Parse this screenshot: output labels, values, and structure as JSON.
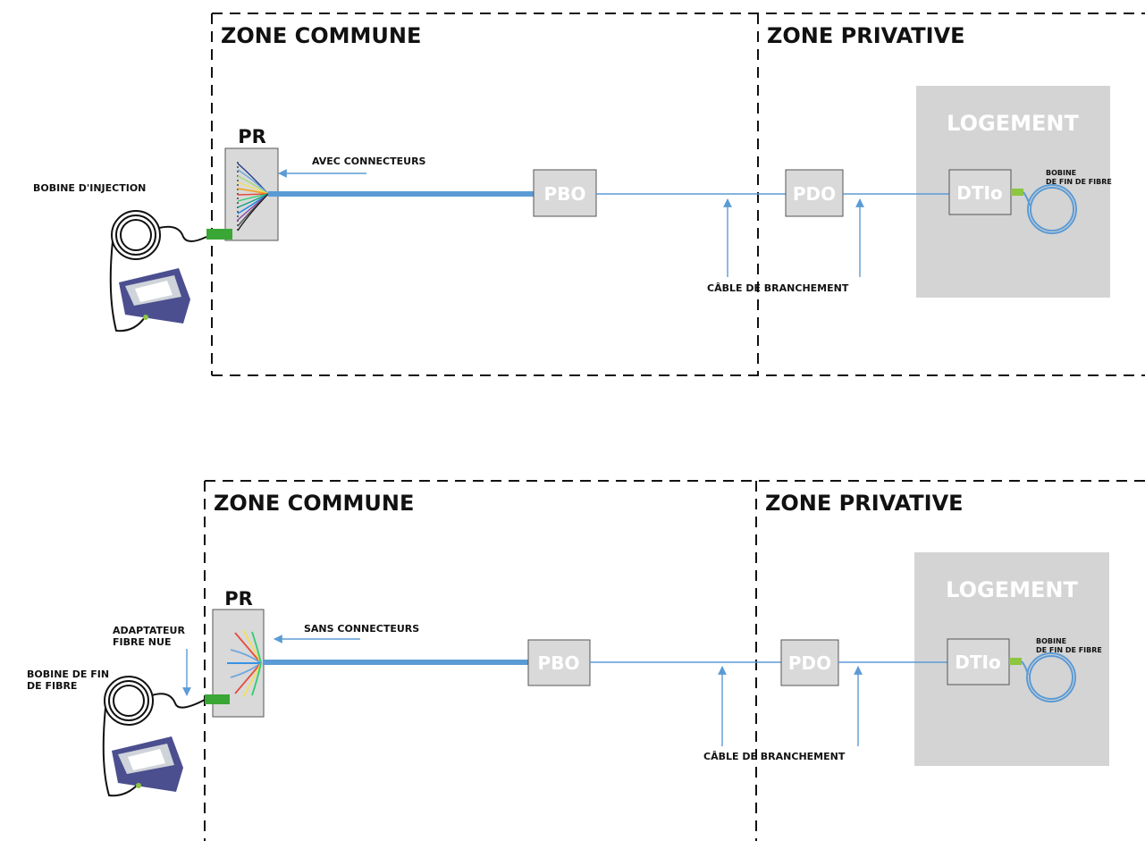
{
  "colors": {
    "cable": "#5b9bd5",
    "box_fill": "#d9d9d9",
    "logement_fill": "#d4d4d4",
    "connector": "#3aa635",
    "dtio_connector": "#8dc63f",
    "fiber_colors": [
      "#1f3b8a",
      "#6fa8dc",
      "#a3d977",
      "#f1e05a",
      "#f39c12",
      "#e74c3c",
      "#2ecc71",
      "#16a085",
      "#1e88e5",
      "#8e44ad",
      "#555555",
      "#222222"
    ]
  },
  "icons": [
    "reel-icon",
    "otdr-device-icon",
    "arrow-icon"
  ],
  "diagrams": [
    {
      "zone_commune": "ZONE COMMUNE",
      "zone_privative": "ZONE PRIVATIVE",
      "pr": "PR",
      "pbo": "PBO",
      "pdo": "PDO",
      "dtio": "DTIo",
      "logement": "LOGEMENT",
      "connector_note": "AVEC CONNECTEURS",
      "left_label": "BOBINE D'INJECTION",
      "adapter_line1": "",
      "adapter_line2": "",
      "end_reel_line1": "BOBINE",
      "end_reel_line2": "DE FIN DE FIBRE",
      "cable_label": "CÂBLE DE BRANCHEMENT"
    },
    {
      "zone_commune": "ZONE COMMUNE",
      "zone_privative": "ZONE PRIVATIVE",
      "pr": "PR",
      "pbo": "PBO",
      "pdo": "PDO",
      "dtio": "DTIo",
      "logement": "LOGEMENT",
      "connector_note": "SANS CONNECTEURS",
      "left_label_line1": "BOBINE DE FIN",
      "left_label_line2": "DE FIBRE",
      "adapter_line1": "ADAPTATEUR",
      "adapter_line2": "FIBRE NUE",
      "end_reel_line1": "BOBINE",
      "end_reel_line2": "DE FIN DE FIBRE",
      "cable_label": "CÂBLE DE BRANCHEMENT"
    }
  ]
}
